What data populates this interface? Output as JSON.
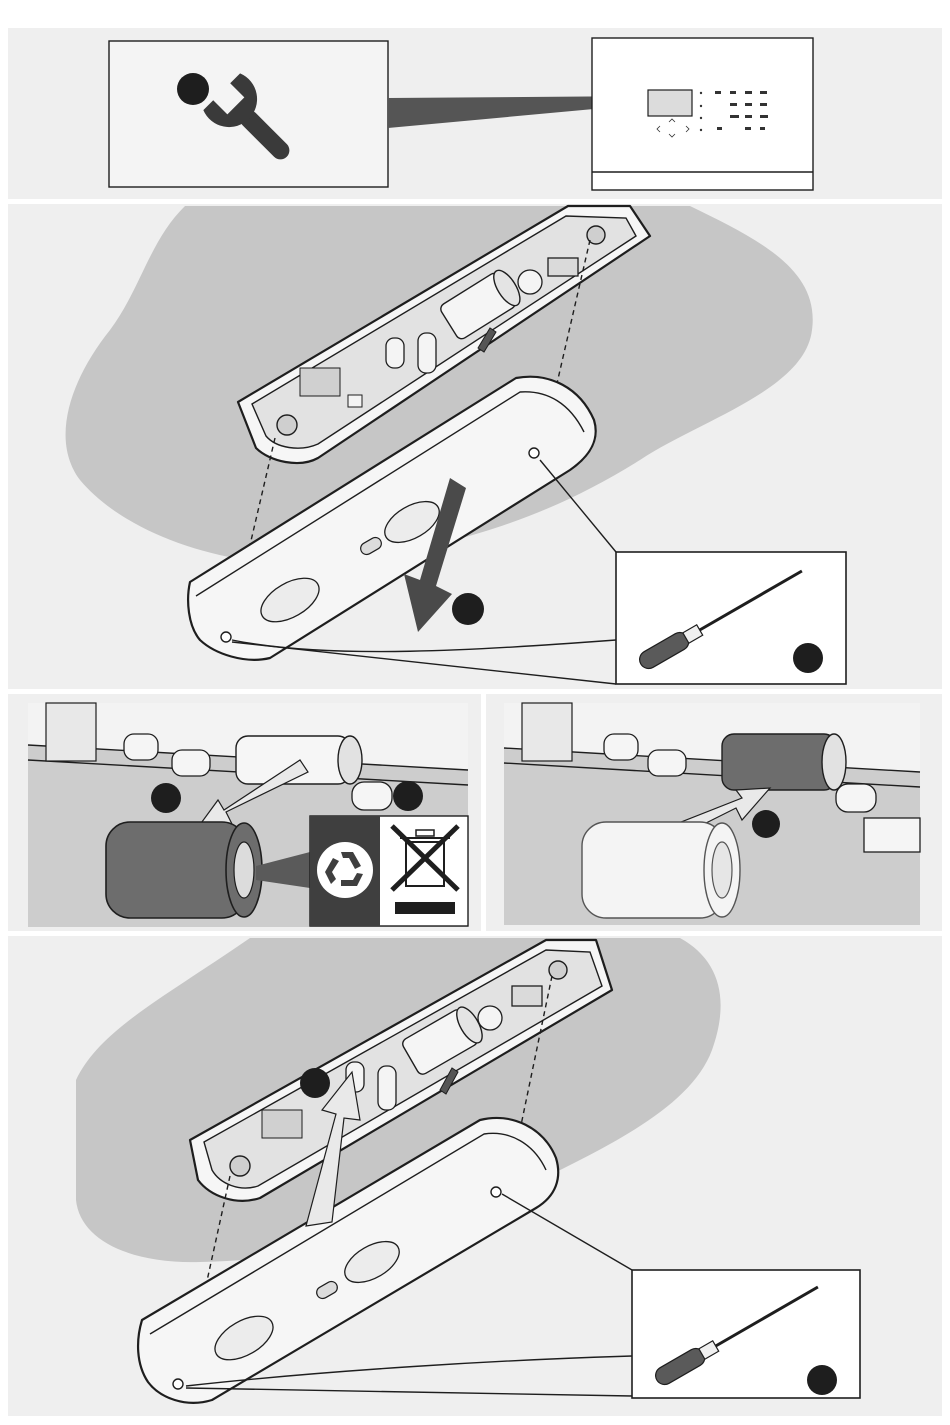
{
  "figure": {
    "panels": [
      {
        "id": "service-mode",
        "wrench_icon": "wrench-icon",
        "keypad_display": "keypad-display"
      },
      {
        "id": "open-housing",
        "tool_icon": "screwdriver-icon"
      },
      {
        "id": "remove-battery",
        "symbols": [
          "recycle-icon",
          "crossed-bin-icon"
        ]
      },
      {
        "id": "insert-battery"
      },
      {
        "id": "close-housing",
        "tool_icon": "screwdriver-icon"
      }
    ]
  },
  "colors": {
    "wall": "#c6c6c6",
    "panel_background": "#efefef",
    "step_marker": "#1e1e1e",
    "arrow": "#4a4a4a",
    "old_battery": "#6d6d6d",
    "recycle_box": "#3f3f3f"
  }
}
